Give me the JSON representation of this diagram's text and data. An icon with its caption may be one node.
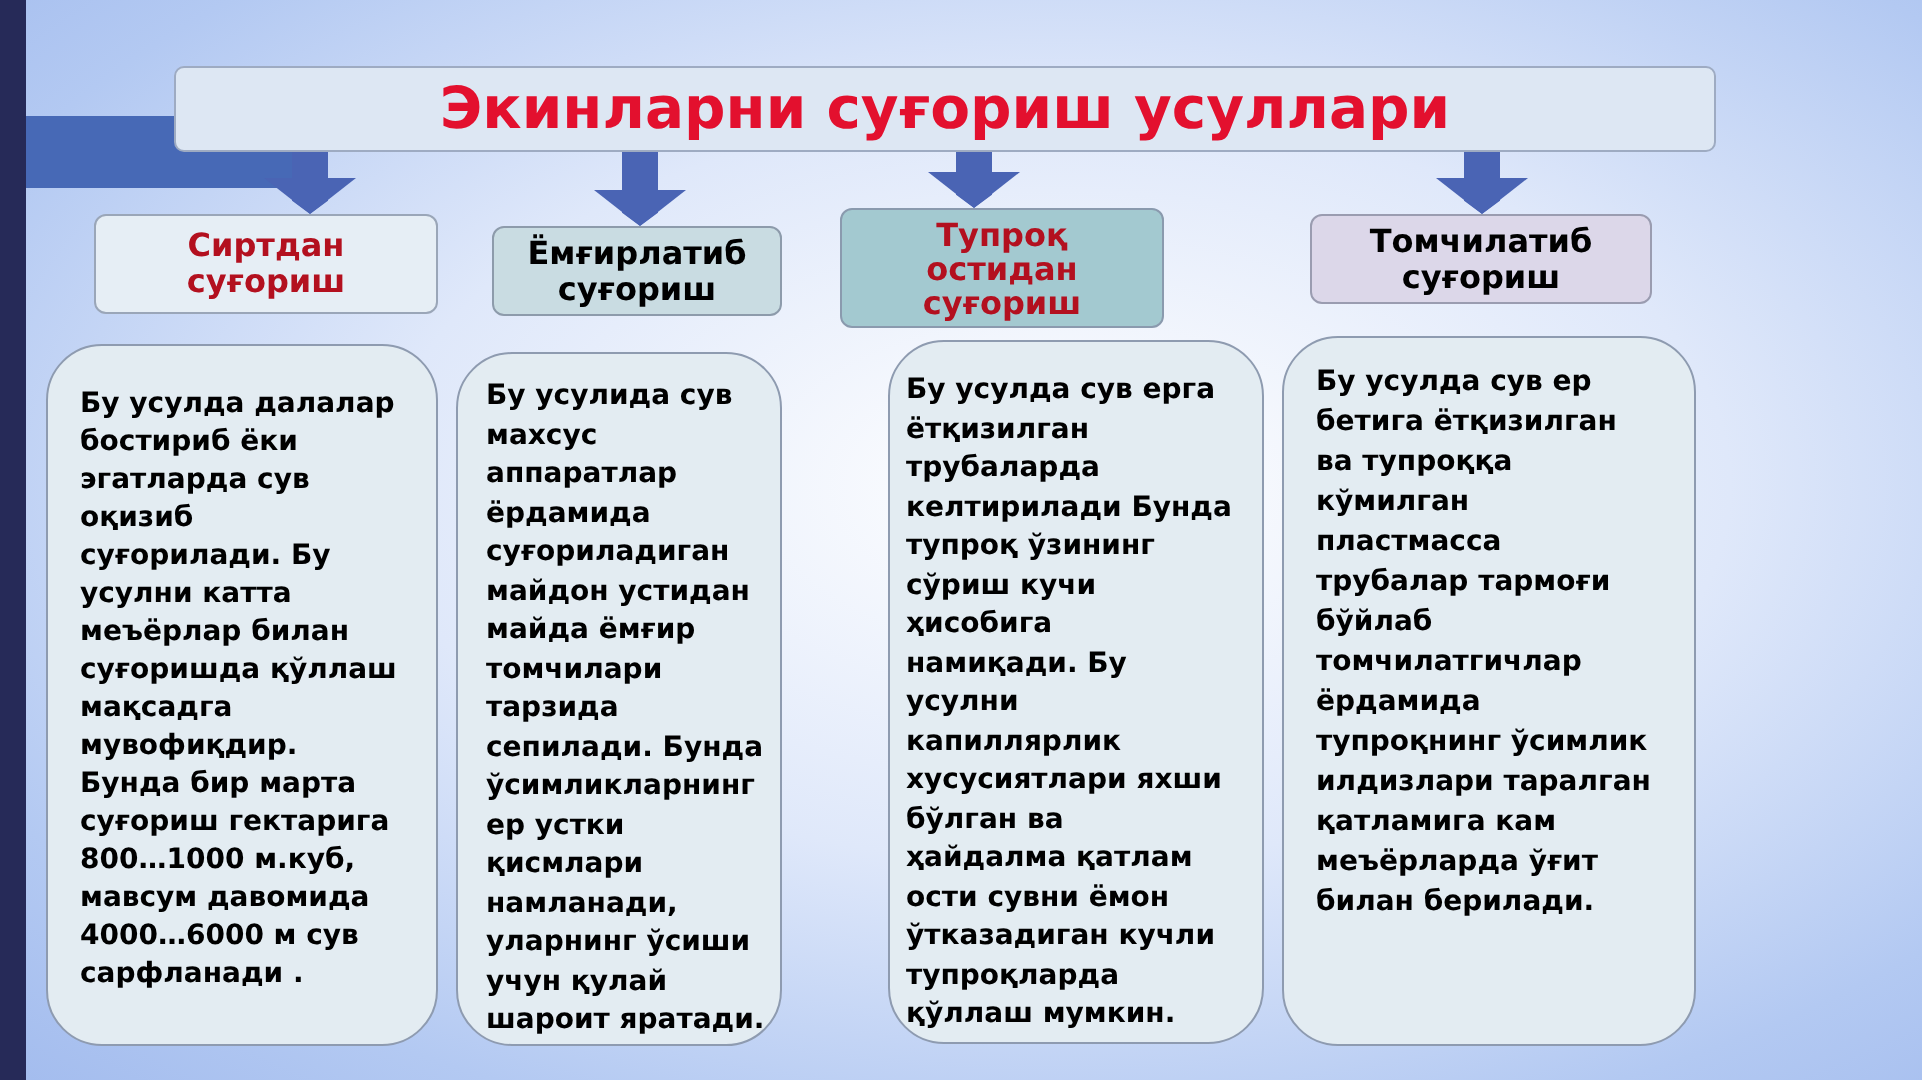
{
  "diagram": {
    "nodes": [
      {
        "text": [
          "Экинларни суғориш усуллари"
        ]
      },
      {
        "text": [
          "Сиртдан суғориш"
        ]
      },
      {
        "text": [
          "Ёмғирлатиб суғориш"
        ]
      },
      {
        "text": [
          "Тупроқ остидан суғориш"
        ]
      },
      {
        "text": [
          "Томчилатиб суғориш"
        ]
      },
      {
        "text": [
          "Бу усулда далалар бостириб ёки эгатларда сув оқизиб суғорилади. Бу усулни катта меъёрлар билан суғоришда қўллаш мақсадга мувофиқдир. Бунда бир марта суғориш гектарига 800…1000 м.куб, мавсум давомида 4000…6000 м сув сарфланади ."
        ]
      },
      {
        "text": [
          "Бу усулида сув махсус аппаратлар ёрдамида суғориладиган майдон устидан майда ёмғир томчилари тарзида сепилади. Бунда ўсимликларнинг ер устки қисмлари намланади, уларнинг ўсиши учун қулай шароит яратади."
        ]
      },
      {
        "text": [
          "Бу усулда сув ерга ётқизилган трубаларда келтирилади Бунда тупроқ ўзининг сўриш кучи ҳисобига намиқади. Бу усулни капиллярлик хусусиятлари яхши бўлган ва ҳайдалма қатлам ости сувни ёмон ўтказадиган кучли тупроқларда қўллаш мумкин."
        ]
      },
      {
        "text": [
          "Бу усулда сув ер бетига ётқизилган ва тупроққа кўмилган пластмасса трубалар тармоғи бўйлаб томчилатгичлар ёрдамида тупроқнинг ўсимлик илдизлари таралган қатламига кам меъёрларда ўғит билан берилади."
        ]
      }
    ],
    "edges": [
      {
        "from": 0,
        "to": 1,
        "arrow": "to"
      },
      {
        "from": 0,
        "to": 2,
        "arrow": "to"
      },
      {
        "from": 0,
        "to": 3,
        "arrow": "to"
      },
      {
        "from": 0,
        "to": 4,
        "arrow": "to"
      }
    ]
  }
}
